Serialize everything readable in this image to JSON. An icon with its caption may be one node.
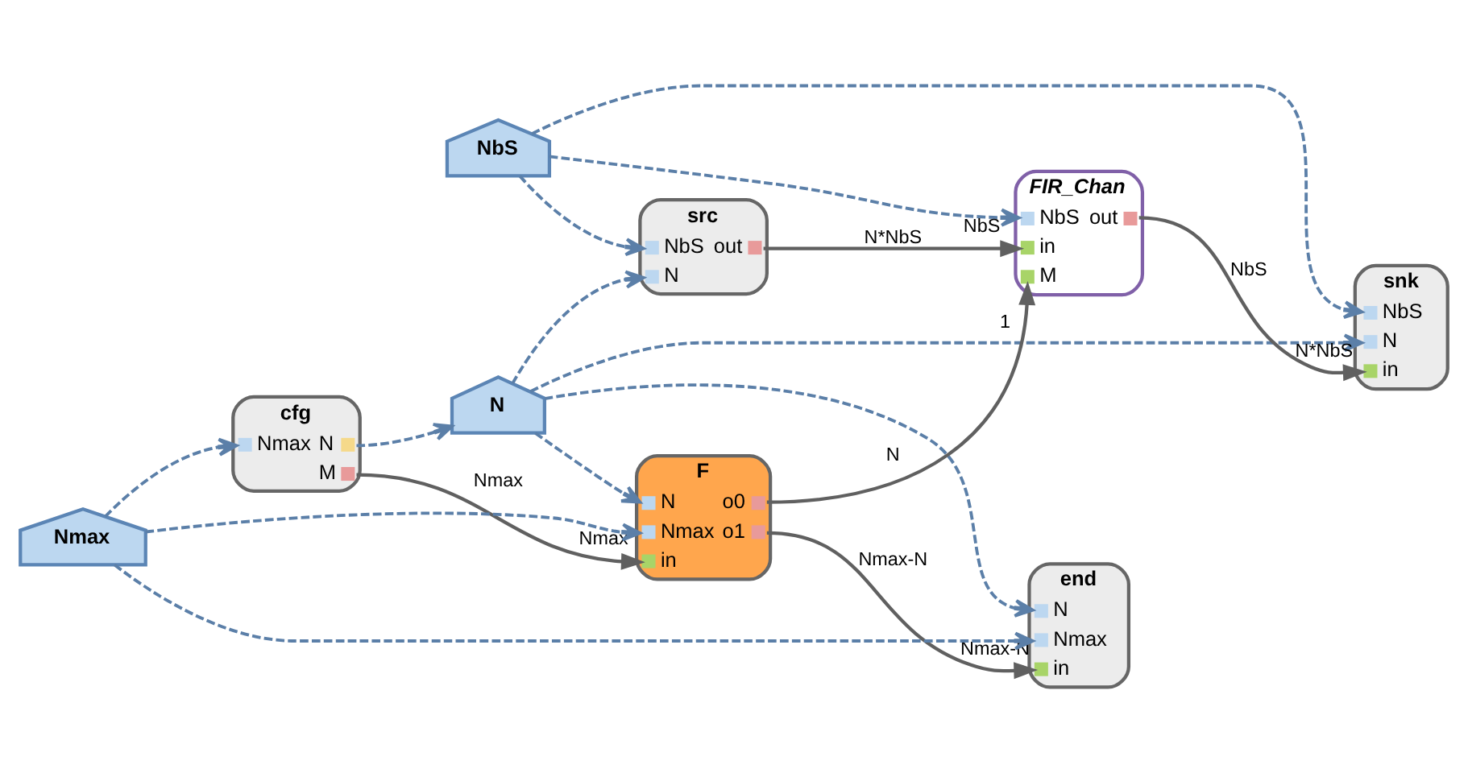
{
  "diagram": {
    "nodes": [
      {
        "text": [
          "NbS"
        ]
      },
      {
        "text": [
          "N"
        ]
      },
      {
        "text": [
          "src",
          "NbS",
          "N",
          "out"
        ]
      },
      {
        "text": [
          "FIR_Chan",
          "NbS",
          "in",
          "M",
          "out"
        ]
      },
      {
        "text": [
          "snk",
          "NbS",
          "N",
          "in"
        ]
      },
      {
        "text": [
          "F",
          "N",
          "Nmax",
          "in",
          "o0",
          "o1"
        ]
      },
      {
        "text": [
          "cfg",
          "Nmax",
          "N",
          "M"
        ]
      },
      {
        "text": [
          "end",
          "N",
          "Nmax",
          "in"
        ]
      },
      {
        "text": [
          "Nmax"
        ]
      }
    ],
    "edges": [
      {
        "from": 6,
        "to": 5,
        "arrow": "to",
        "label": "Nmax",
        "color": "#606060"
      },
      {
        "from": 2,
        "to": 3,
        "arrow": "to",
        "label": "N*NbS",
        "color": "#606060"
      },
      {
        "from": 5,
        "to": 3,
        "arrow": "to",
        "label": "N",
        "color": "#606060"
      },
      {
        "from": 5,
        "to": 7,
        "arrow": "to",
        "label": "Nmax-N",
        "color": "#606060"
      },
      {
        "from": 3,
        "to": 4,
        "arrow": "to",
        "label": "NbS",
        "color": "#606060"
      },
      {
        "from": 8,
        "to": 6,
        "arrow": "to",
        "style": "dashed"
      },
      {
        "from": 6,
        "to": 1,
        "arrow": "to",
        "style": "dashed"
      },
      {
        "from": 0,
        "to": 2,
        "arrow": "to",
        "style": "dashed"
      },
      {
        "from": 0,
        "to": 3,
        "arrow": "to",
        "style": "dashed"
      },
      {
        "from": 0,
        "to": 4,
        "arrow": "to",
        "style": "dashed"
      },
      {
        "from": 1,
        "to": 2,
        "arrow": "to",
        "style": "dashed"
      },
      {
        "from": 1,
        "to": 5,
        "arrow": "to",
        "style": "dashed"
      },
      {
        "from": 1,
        "to": 7,
        "arrow": "to",
        "style": "dashed"
      },
      {
        "from": 1,
        "to": 4,
        "arrow": "to",
        "style": "dashed"
      },
      {
        "from": 8,
        "to": 5,
        "arrow": "to",
        "style": "dashed"
      },
      {
        "from": 8,
        "to": 7,
        "arrow": "to",
        "style": "dashed"
      }
    ],
    "labels": [
      "Nmax",
      "NbS",
      "1",
      "Nmax-N",
      "N*NbS"
    ]
  }
}
